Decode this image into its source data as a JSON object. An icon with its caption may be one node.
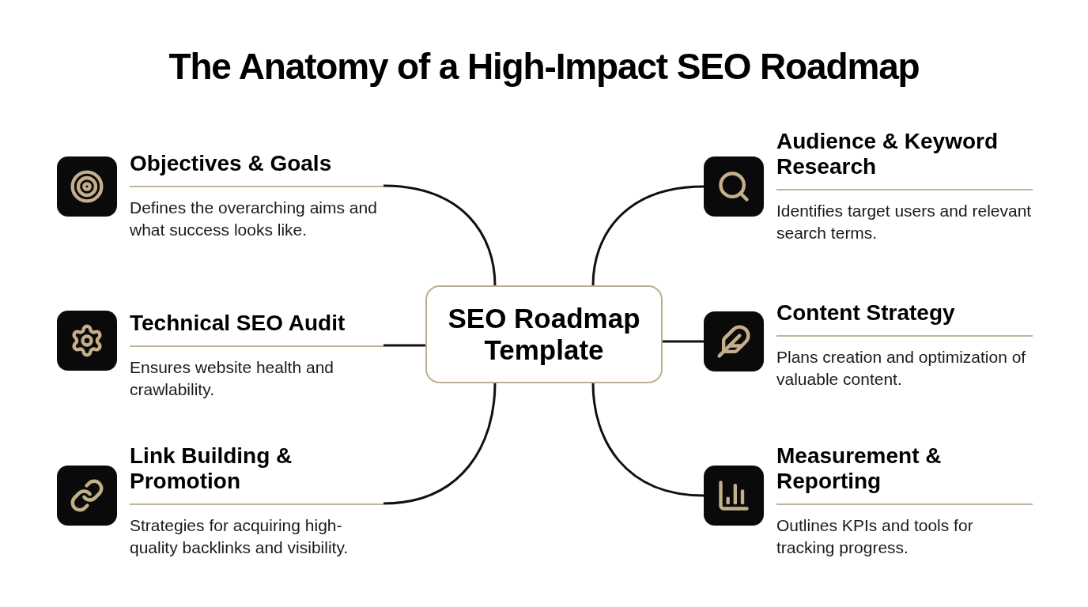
{
  "diagram": {
    "title": "The Anatomy of a High-Impact SEO Roadmap",
    "nodes": [
      {
        "text": [
          "SEO Roadmap Template"
        ]
      },
      {
        "text": [
          "Objectives & Goals",
          "Defines the overarching aims and what success looks like."
        ]
      },
      {
        "text": [
          "Technical SEO Audit",
          "Ensures website health and crawlability."
        ]
      },
      {
        "text": [
          "Link Building & Promotion",
          "Strategies for acquiring high-quality backlinks and visibility."
        ]
      },
      {
        "text": [
          "Audience & Keyword Research",
          "Identifies target users and relevant search terms."
        ]
      },
      {
        "text": [
          "Content Strategy",
          "Plans creation and optimization of valuable content."
        ]
      },
      {
        "text": [
          "Measurement & Reporting",
          "Outlines KPIs and tools for tracking progress."
        ]
      }
    ],
    "edges": [
      {
        "from": 0,
        "to": 1,
        "arrow": "none"
      },
      {
        "from": 0,
        "to": 2,
        "arrow": "none"
      },
      {
        "from": 0,
        "to": 3,
        "arrow": "none"
      },
      {
        "from": 0,
        "to": 4,
        "arrow": "none"
      },
      {
        "from": 0,
        "to": 5,
        "arrow": "none"
      },
      {
        "from": 0,
        "to": 6,
        "arrow": "none"
      }
    ]
  }
}
